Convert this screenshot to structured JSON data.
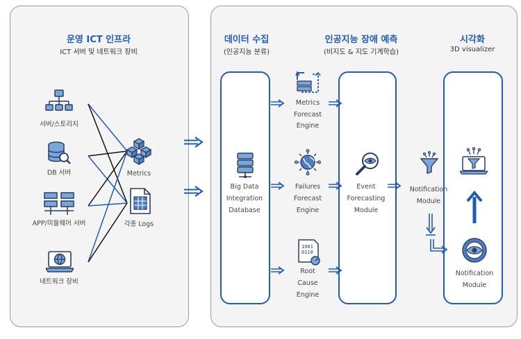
{
  "left_panel": {
    "title": "운영 ICT 인프라",
    "subtitle": "ICT 서버 및 네트워크 장비",
    "sources": [
      "서버/스토리지",
      "DB 서버",
      "APP/미들웨어 서버",
      "네트워크 장비"
    ],
    "targets": [
      "Metrics",
      "각종 Logs"
    ]
  },
  "right_panel": {
    "collection": {
      "title": "데이터 수집",
      "subtitle": "(인공지능 분류)",
      "db_label": [
        "Big Data",
        "Integration",
        "Database"
      ]
    },
    "prediction": {
      "title": "인공지능 장애 예측",
      "subtitle": "(비지도 & 지도 기계학습)"
    },
    "visual": {
      "title": "시각화",
      "subtitle": "3D visualizer"
    },
    "engines": [
      [
        "Metrics",
        "Forecast",
        "Engine"
      ],
      [
        "Failures",
        "Forecast",
        "Engine"
      ],
      [
        "Root",
        "Cause",
        "Engine"
      ]
    ],
    "event_module": [
      "Event",
      "Forecasting",
      "Module"
    ],
    "notification_mid": [
      "Notification",
      "Module"
    ],
    "notification_right": [
      "Notification",
      "Module"
    ]
  },
  "colors": {
    "accent": "#1f5cb5",
    "panel_bg": "#f4f4f4",
    "icon_light": "#7aa6de"
  }
}
